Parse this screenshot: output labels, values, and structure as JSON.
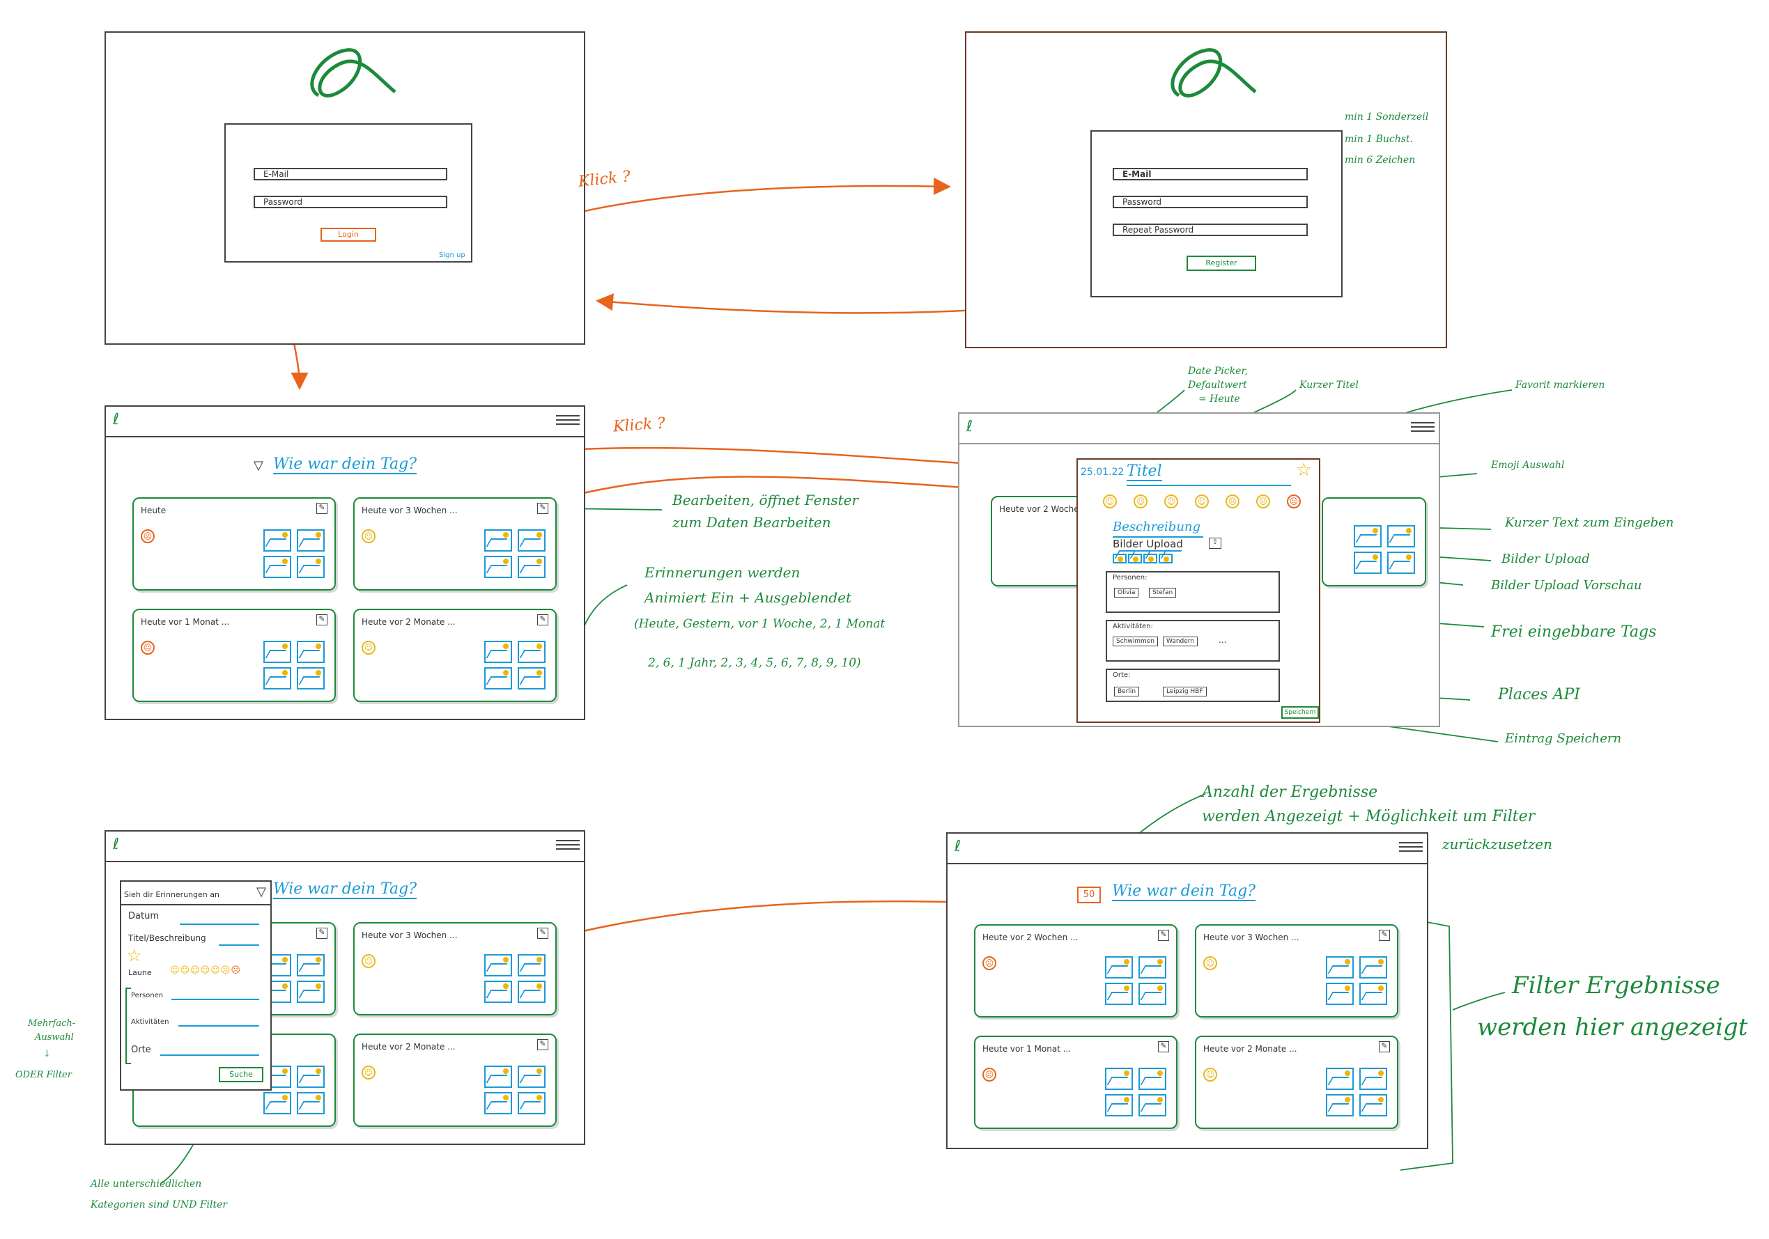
{
  "login": {
    "email_placeholder": "E-Mail",
    "password_placeholder": "Password",
    "login_label": "Login",
    "signup_label": "Sign up"
  },
  "register": {
    "email_placeholder": "E-Mail",
    "password_placeholder": "Password",
    "repeat_placeholder": "Repeat Password",
    "register_label": "Register",
    "rules": [
      "min 1 Sonderzeil",
      "min 1 Buchst.",
      "min 6 Zeichen"
    ]
  },
  "click_labels": {
    "top": "Klick ?",
    "middle": "Klick ?"
  },
  "feed": {
    "heading": "Wie war dein Tag?",
    "cards": [
      {
        "title": "Heute",
        "mood": "sad"
      },
      {
        "title": "Heute vor 3 Wochen ...",
        "mood": "ok"
      },
      {
        "title": "Heute vor 1 Monat ...",
        "mood": "sad"
      },
      {
        "title": "Heute vor 2 Monate ...",
        "mood": "ok"
      }
    ]
  },
  "feed_notes": {
    "edit": [
      "Bearbeiten, öffnet Fenster",
      "zum Daten Bearbeiten"
    ],
    "memories": [
      "Erinnerungen werden",
      "Animiert Ein + Ausgeblendet",
      "(Heute, Gestern, vor 1 Woche, 2, 1 Monat",
      "2, 6, 1 Jahr, 2, 3, 4, 5, 6, 7, 8, 9, 10)"
    ]
  },
  "editor": {
    "date": "25.01.22",
    "title": "Titel",
    "description_label": "Beschreibung",
    "upload_label": "Bilder Upload",
    "persons_label": "Personen:",
    "persons_chips": [
      "Olivia",
      "Stefan"
    ],
    "activities_label": "Aktivitäten:",
    "activities_chips": [
      "Schwimmen",
      "Wandern"
    ],
    "places_label": "Orte:",
    "places_chips": [
      "Berlin",
      "Leipzig HBF"
    ],
    "more": "...",
    "save_label": "Speichern",
    "background_card_title": "Heute vor 2 Wochen"
  },
  "editor_notes": {
    "date_picker": [
      "Date Picker,",
      "Defaultwert",
      "= Heute"
    ],
    "short_title": "Kurzer Titel",
    "favorite": "Favorit markieren",
    "emoji": "Emoji Auswahl",
    "short_text": "Kurzer Text zum Eingeben",
    "upload": "Bilder Upload",
    "upload_preview": "Bilder Upload Vorschau",
    "free_tags": "Frei eingebbare Tags",
    "places_api": "Places API",
    "save_entry": "Eintrag Speichern"
  },
  "filter": {
    "heading": "Wie war dein Tag?",
    "panel_title": "Sieh dir Erinnerungen an",
    "fields": [
      "Datum",
      "Titel/Beschreibung",
      "Laune",
      "Personen",
      "Aktivitäten",
      "Orte"
    ],
    "search_label": "Suche",
    "cards": [
      {
        "title": "Heute vor 3 Wochen ...",
        "mood": "ok"
      },
      {
        "title": "Heute vor 2 Monate ...",
        "mood": "ok"
      }
    ]
  },
  "filter_notes": {
    "multi": [
      "Mehrfach-",
      "Auswahl",
      "↓",
      "ODER Filter"
    ],
    "and": [
      "Alle unterschiedlichen",
      "Kategorien sind UND Filter"
    ]
  },
  "results": {
    "count": "50",
    "heading": "Wie war dein Tag?",
    "cards": [
      {
        "title": "Heute vor 2 Wochen ...",
        "mood": "sad"
      },
      {
        "title": "Heute vor 3 Wochen ...",
        "mood": "ok"
      },
      {
        "title": "Heute vor 1 Monat ...",
        "mood": "sad"
      },
      {
        "title": "Heute vor 2 Monate ...",
        "mood": "ok"
      }
    ]
  },
  "results_notes": {
    "count_note": [
      "Anzahl der Ergebnisse",
      "werden Angezeigt + Möglichkeit um Filter",
      "zurückzusetzen"
    ],
    "results_note": [
      "Filter Ergebnisse",
      "werden hier angezeigt"
    ]
  },
  "colors": {
    "green": "#1c8a3a",
    "orange": "#e8631c",
    "blue": "#1c9ad6",
    "yellow": "#f2b400"
  }
}
